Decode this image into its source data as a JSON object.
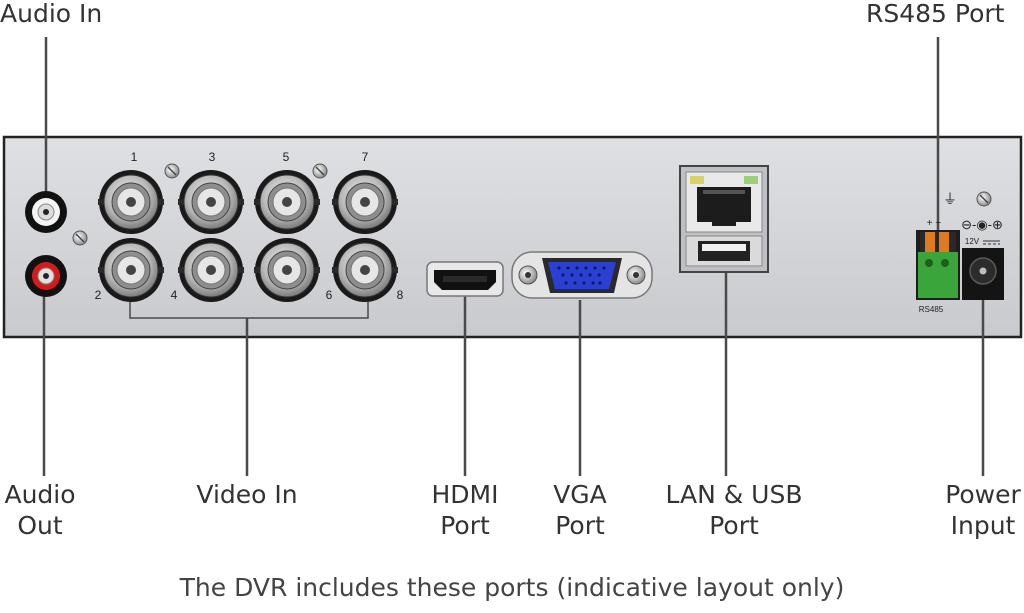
{
  "labels": {
    "audio_in": "Audio In",
    "rs485_port": "RS485 Port",
    "audio_out_line1": "Audio",
    "audio_out_line2": "Out",
    "video_in": "Video In",
    "hdmi_line1": "HDMI",
    "hdmi_line2": "Port",
    "vga_line1": "VGA",
    "vga_line2": "Port",
    "lan_line1": "LAN & USB",
    "lan_line2": "Port",
    "power_line1": "Power",
    "power_line2": "Input"
  },
  "panel_text": {
    "bnc_top": [
      "1",
      "3",
      "5",
      "7"
    ],
    "bnc_bottom": [
      "2",
      "4",
      "6",
      "8"
    ],
    "rs485": "RS485",
    "plus_minus": "+ −",
    "volt": "12V"
  },
  "caption": "The DVR includes these ports (indicative layout only)",
  "colors": {
    "panel": "#d6d7da",
    "panel_border": "#222222",
    "line": "#4a4a4a",
    "vga_blue": "#2b3fd1",
    "rca_red": "#d41b1b",
    "terminal_green": "#3aa53a",
    "terminal_orange": "#e07a1e"
  }
}
